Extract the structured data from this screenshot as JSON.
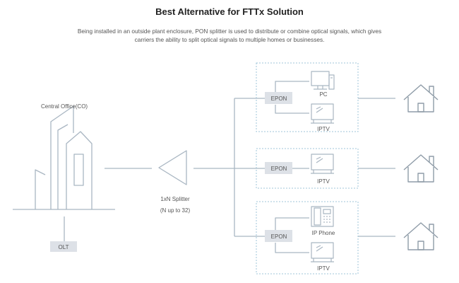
{
  "title": "Best Alternative for FTTx Solution",
  "description": "Being installed in an outside plant enclosure, PON splitter is used to distribute or combine optical signals, which gives carriers the ability to split optical signals to multiple homes or businesses.",
  "central_office": {
    "label": "Central Office(CO)",
    "olt_label": "OLT",
    "icon": "building-icon"
  },
  "splitter": {
    "label_line1": "1xN Splitter",
    "label_line2": "(N up to 32)",
    "icon": "triangle-splitter-icon"
  },
  "groups": [
    {
      "epon_label": "EPON",
      "devices": [
        {
          "label": "PC",
          "icon": "desktop-pc-icon"
        },
        {
          "label": "IPTV",
          "icon": "tv-icon"
        }
      ],
      "home_icon": "house-icon"
    },
    {
      "epon_label": "EPON",
      "devices": [
        {
          "label": "IPTV",
          "icon": "tv-icon"
        }
      ],
      "home_icon": "house-icon"
    },
    {
      "epon_label": "EPON",
      "devices": [
        {
          "label": "IP Phone",
          "icon": "ip-phone-icon"
        },
        {
          "label": "IPTV",
          "icon": "tv-icon"
        }
      ],
      "home_icon": "house-icon"
    }
  ],
  "colors": {
    "line": "#a9b6c2",
    "box_fill": "#dde1e7",
    "dotted_border": "#9fc6d9"
  }
}
